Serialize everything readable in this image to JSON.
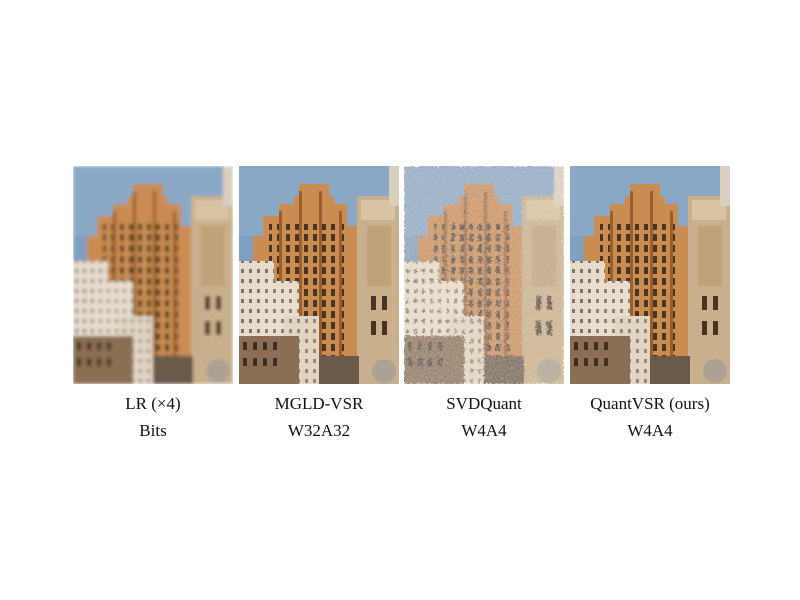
{
  "panels": [
    {
      "method": "LR (×4)",
      "bits_label": "Bits",
      "quality": "blurry"
    },
    {
      "method": "MGLD-VSR",
      "bits_label": "W32A32",
      "quality": "sharp"
    },
    {
      "method": "SVDQuant",
      "bits_label": "W4A4",
      "quality": "noisy"
    },
    {
      "method": "QuantVSR (ours)",
      "bits_label": "W4A4",
      "quality": "sharp"
    }
  ],
  "colors": {
    "sky": "#7f9fbf",
    "brick": "#c98d52",
    "brick_dark": "#9a5f2c",
    "window": "#4a3524",
    "cream": "#e6dccb",
    "stone": "#c9b08c",
    "shadow": "#6b5a4a"
  }
}
